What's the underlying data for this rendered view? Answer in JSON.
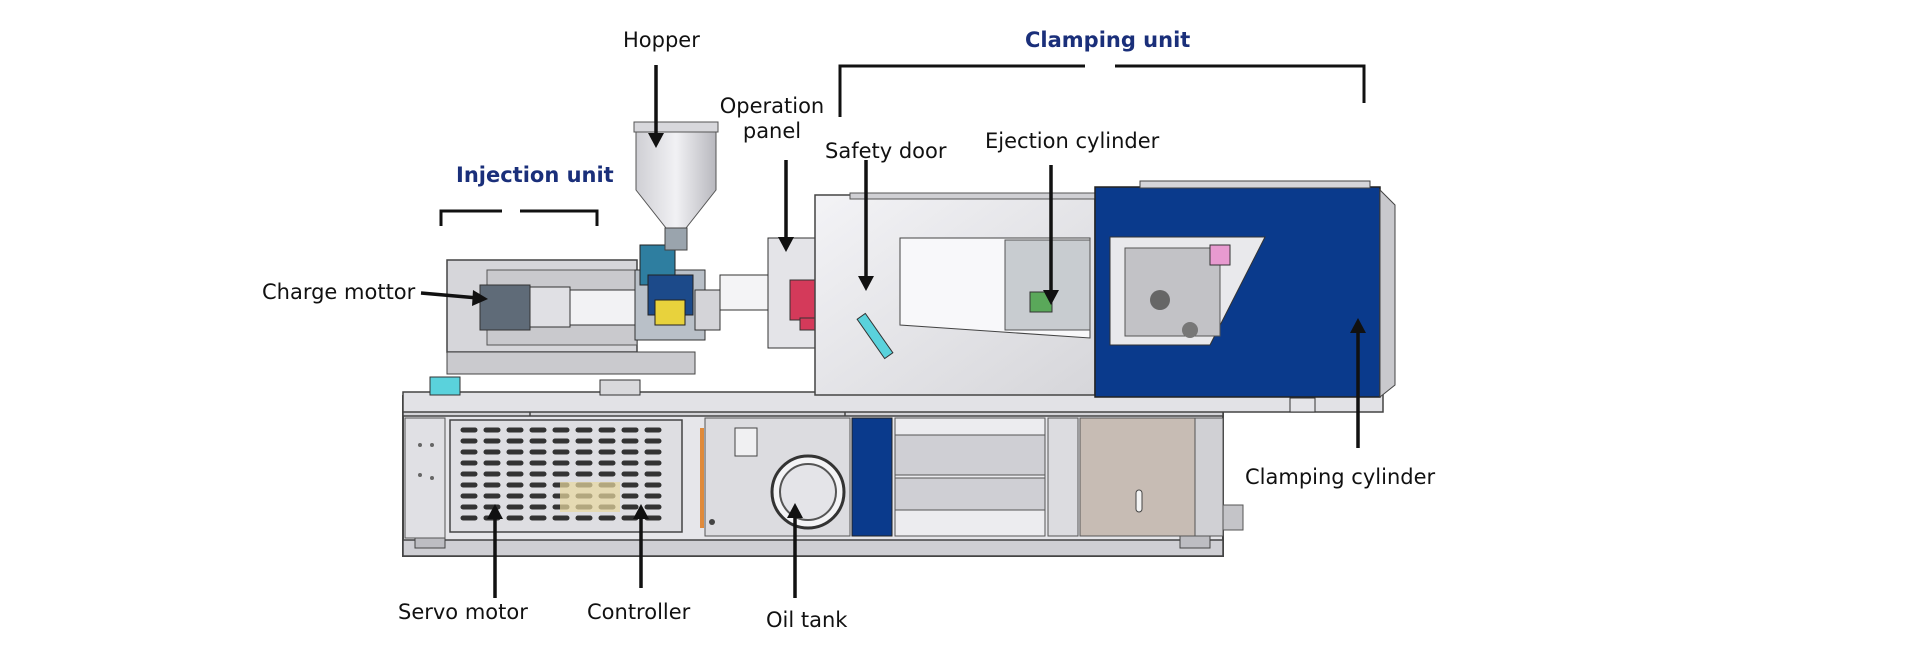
{
  "diagram": {
    "group_labels": {
      "injection_unit": "Injection unit",
      "clamping_unit": "Clamping unit"
    },
    "labels": {
      "hopper": "Hopper",
      "operation_panel": "Operation\npanel",
      "safety_door": "Safety door",
      "ejection_cylinder": "Ejection  cylinder",
      "charge_motor": "Charge  mottor",
      "clamping_cylinder": "Clamping cylinder",
      "servo_motor": "Servo motor",
      "controller": "Controller",
      "oil_tank": "Oil tank"
    },
    "colors": {
      "group_label": "#1a2f7a",
      "clamp_panel_blue": "#0a3a8c",
      "machine_gray": "#d9d9dc",
      "frame_dark": "#555555",
      "accent_red": "#d43a5a",
      "accent_cyan": "#3ec9d6"
    }
  }
}
